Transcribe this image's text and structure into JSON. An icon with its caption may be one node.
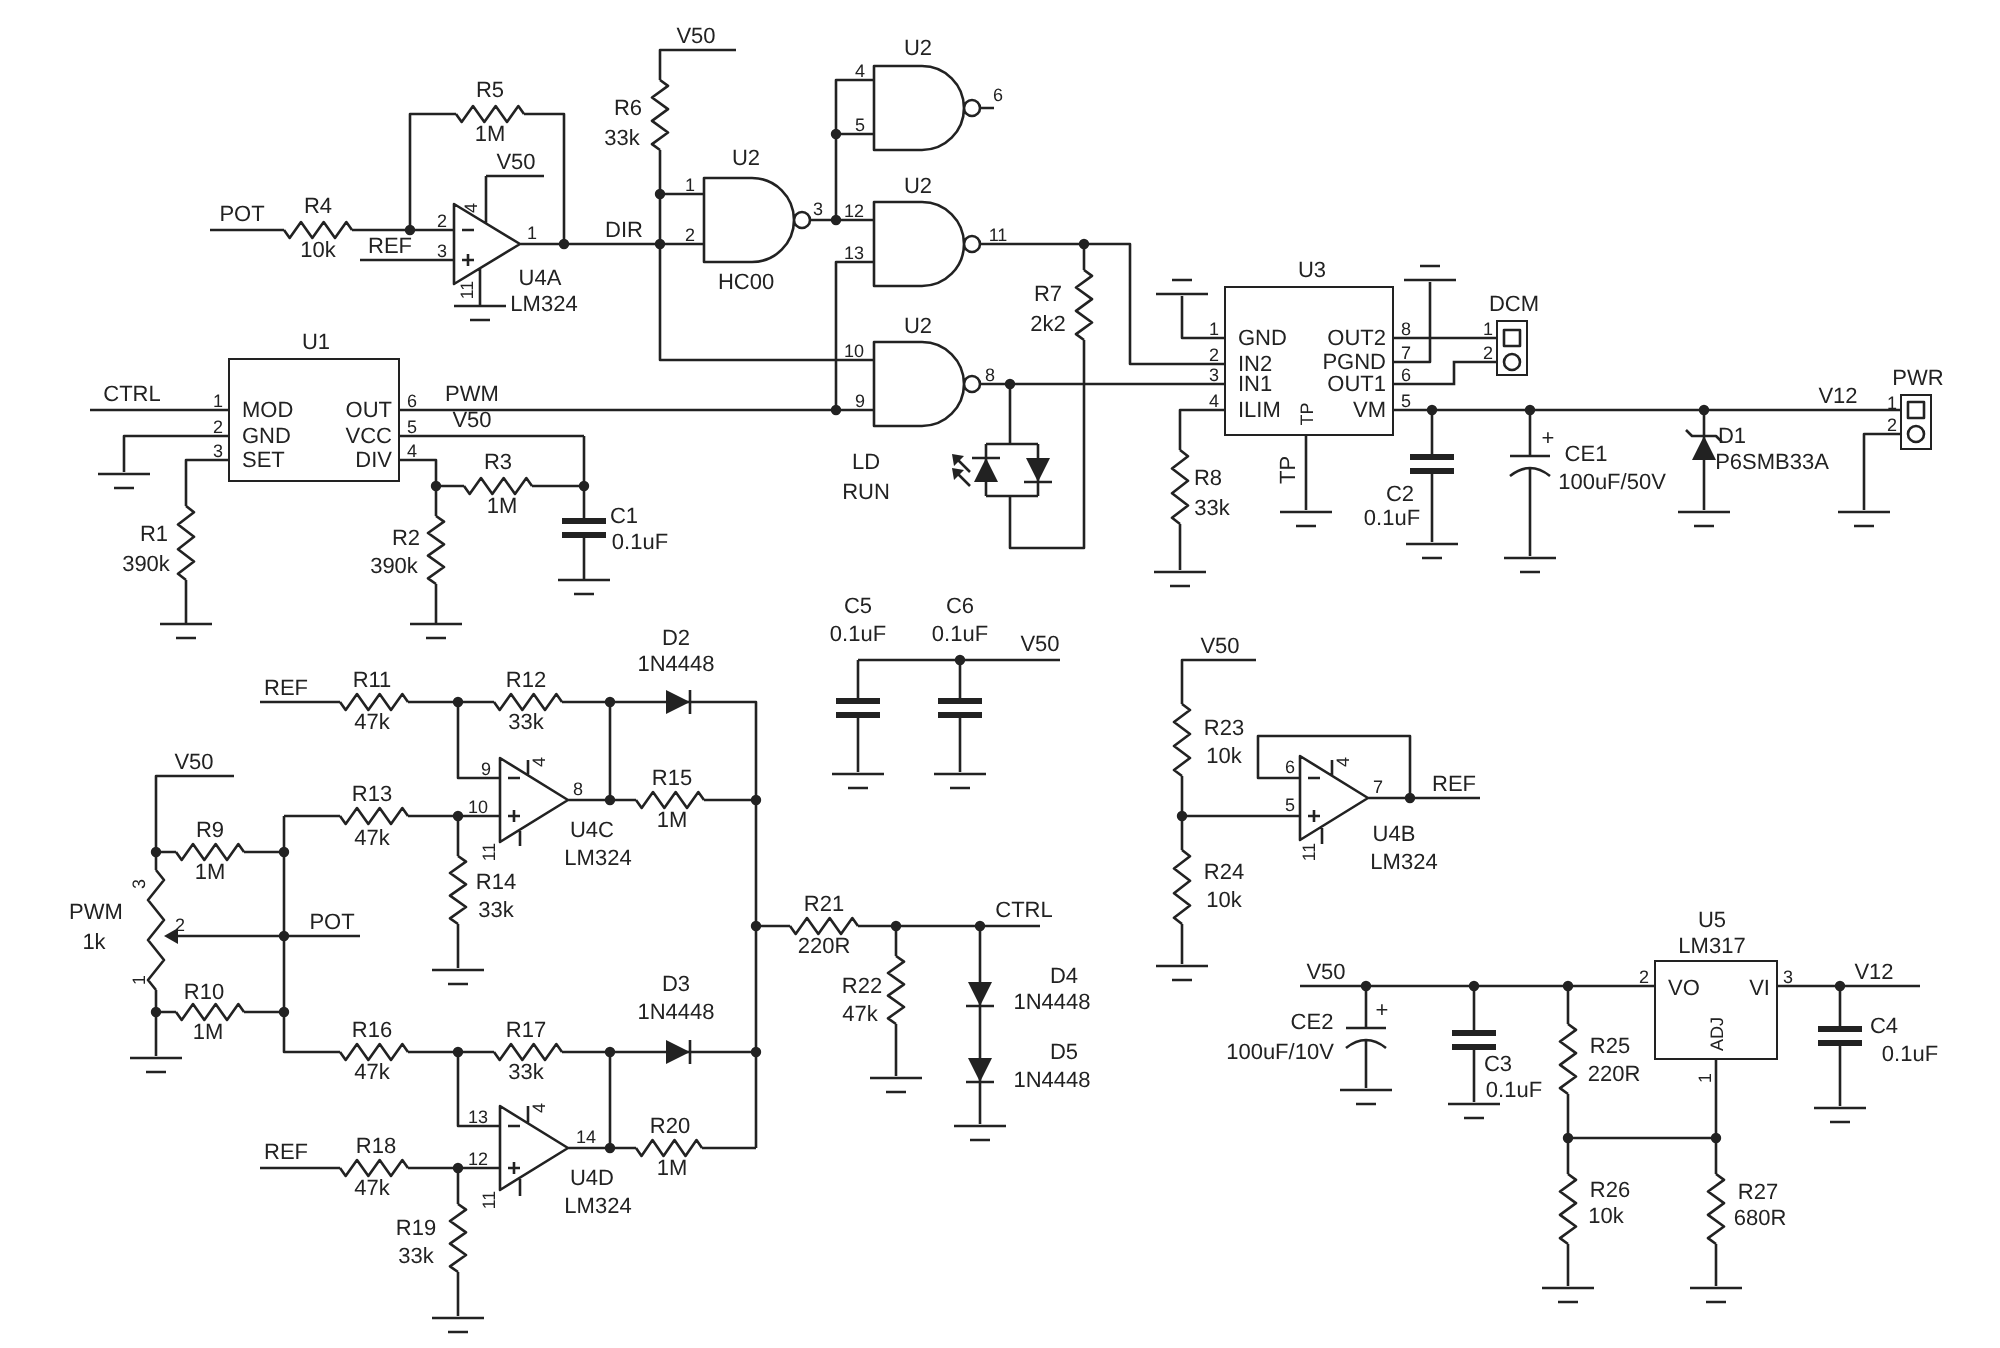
{
  "diagram": {
    "nodes": [
      {
        "text": [
          "U1",
          "MOD",
          "GND",
          "SET",
          "OUT",
          "VCC",
          "DIV"
        ],
        "beside": [
          "1",
          "2",
          "3",
          "6",
          "5",
          "4"
        ]
      },
      {
        "text": [
          "U3",
          "GND",
          "IN2",
          "IN1",
          "ILIM",
          "OUT2",
          "PGND",
          "OUT1",
          "VM",
          "TP"
        ],
        "beside": [
          "1",
          "2",
          "3",
          "4",
          "8",
          "7",
          "6",
          "5"
        ]
      },
      {
        "text": [
          "DCM"
        ],
        "beside": [
          "1",
          "2"
        ]
      },
      {
        "text": [
          "PWR"
        ],
        "beside": [
          "1",
          "2"
        ]
      },
      {
        "text": [
          "U5",
          "LM317",
          "VO",
          "VI",
          "ADJ"
        ],
        "beside": [
          "2",
          "3",
          "1"
        ]
      }
    ],
    "edges": [
      {
        "from": 1,
        "to": 2,
        "arrow": "none"
      },
      {
        "from": 1,
        "to": 2,
        "arrow": "none"
      },
      {
        "from": 1,
        "to": 3,
        "arrow": "none"
      }
    ],
    "labels": [
      "V50",
      "R5",
      "1M",
      "R6",
      "33k",
      "V50",
      "POT",
      "R4",
      "10k",
      "2",
      "1",
      "REF",
      "3",
      "DIR",
      "4",
      "11",
      "U4A",
      "LM324",
      "U2",
      "4",
      "6",
      "5",
      "U2",
      "1",
      "3",
      "2",
      "HC00",
      "U2",
      "12",
      "11",
      "13",
      "U2",
      "10",
      "8",
      "9",
      "R7",
      "2k2",
      "LD",
      "RUN",
      "CTRL",
      "PWM",
      "V50",
      "R3",
      "1M",
      "C1",
      "0.1uF",
      "R1",
      "390k",
      "R2",
      "390k",
      "TP",
      "R8",
      "33k",
      "C2",
      "0.1uF",
      "+",
      "CE1",
      "100uF/50V",
      "D1",
      "P6SMB33A",
      "V12",
      "C5",
      "0.1uF",
      "C6",
      "0.1uF",
      "V50",
      "V50",
      "R23",
      "10k",
      "6",
      "4",
      "7",
      "5",
      "REF",
      "11",
      "U4B",
      "LM324",
      "R24",
      "10k",
      "D2",
      "1N4448",
      "REF",
      "R11",
      "47k",
      "R12",
      "33k",
      "V50",
      "9",
      "4",
      "8",
      "R15",
      "1M",
      "R13",
      "47k",
      "10",
      "R9",
      "1M",
      "11",
      "U4C",
      "LM324",
      "R14",
      "33k",
      "3",
      "PWM",
      "1k",
      "2",
      "POT",
      "R21",
      "220R",
      "CTRL",
      "1",
      "R10",
      "1M",
      "D3",
      "1N4448",
      "R22",
      "47k",
      "D4",
      "1N4448",
      "R16",
      "47k",
      "R17",
      "33k",
      "D5",
      "1N4448",
      "13",
      "4",
      "14",
      "R20",
      "1M",
      "REF",
      "R18",
      "47k",
      "12",
      "11",
      "U4D",
      "LM324",
      "R19",
      "33k",
      "V50",
      "+",
      "CE2",
      "100uF/10V",
      "V12",
      "R25",
      "220R",
      "C3",
      "0.1uF",
      "C4",
      "0.1uF",
      "R26",
      "10k",
      "R27",
      "680R"
    ]
  }
}
